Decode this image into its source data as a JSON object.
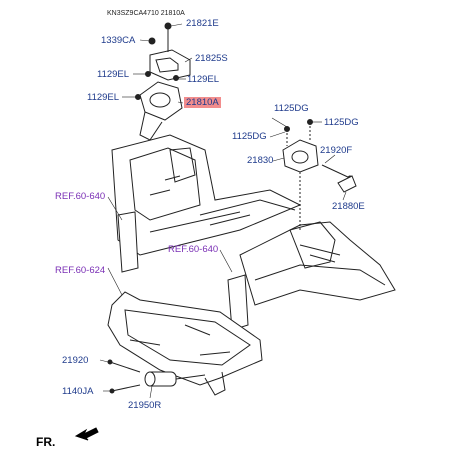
{
  "header_text": "KN3SZ9CA4710 21810A",
  "labels": {
    "l_21821E": "21821E",
    "l_1339CA": "1339CA",
    "l_21825S": "21825S",
    "l_1129EL_a": "1129EL",
    "l_1129EL_b": "1129EL",
    "l_1129EL_c": "1129EL",
    "l_21810A": "21810A",
    "l_1125DG_a": "1125DG",
    "l_1125DG_b": "1125DG",
    "l_1125DG_c": "1125DG",
    "l_21830": "21830",
    "l_21920F": "21920F",
    "l_21880E": "21880E",
    "l_21920": "21920",
    "l_1140JA": "1140JA",
    "l_21950R": "21950R"
  },
  "refs": {
    "ref_a": "REF.60-640",
    "ref_b": "REF.60-640",
    "ref_c": "REF.60-624"
  },
  "footer": {
    "front_label": "FR."
  },
  "colors": {
    "line": "#222222",
    "label": "#1f3b8c",
    "ref": "#7a2fb5",
    "highlight": "#f28d8d"
  }
}
